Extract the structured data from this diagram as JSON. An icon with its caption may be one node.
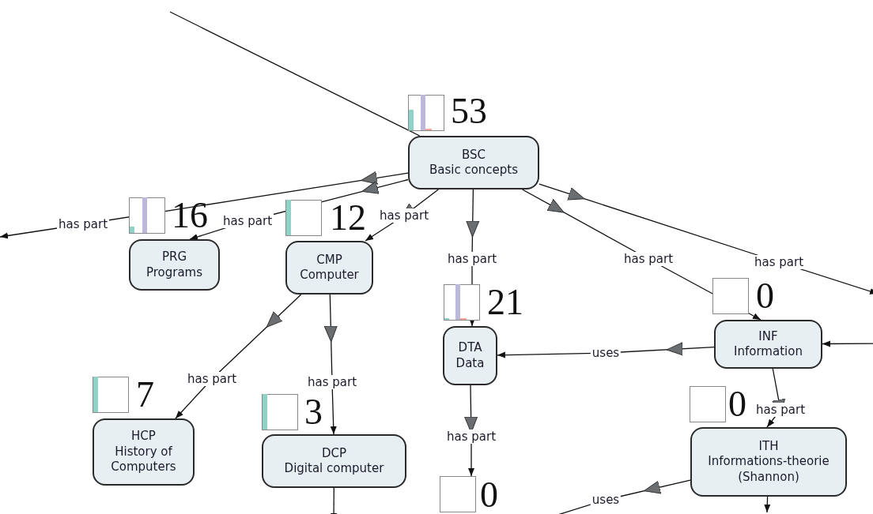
{
  "diagram": {
    "nodes": [
      {
        "text": [
          "BSC",
          "Basic concepts"
        ],
        "beside": [
          "53"
        ]
      },
      {
        "text": [
          "PRG",
          "Programs"
        ],
        "beside": [
          "16"
        ]
      },
      {
        "text": [
          "CMP",
          "Computer"
        ],
        "beside": [
          "12"
        ]
      },
      {
        "text": [
          "DTA",
          "Data"
        ],
        "beside": [
          "21"
        ]
      },
      {
        "text": [
          "INF",
          "Information"
        ],
        "beside": [
          "0"
        ]
      },
      {
        "text": [
          "HCP",
          "History of Computers"
        ],
        "beside": [
          "7"
        ]
      },
      {
        "text": [
          "DCP",
          "Digital computer"
        ],
        "beside": [
          "3"
        ]
      },
      {
        "text": [
          "ITH",
          "Informations-theorie (Shannon)"
        ],
        "beside": [
          "0"
        ]
      },
      {
        "text": [],
        "shape": "box",
        "beside": [
          "0"
        ]
      }
    ],
    "edges": [
      {
        "from": null,
        "to": 0,
        "arrow": "none"
      },
      {
        "from": 0,
        "to": null,
        "arrow": "to",
        "label": "has part"
      },
      {
        "from": 0,
        "to": 1,
        "arrow": "to",
        "label": "has part"
      },
      {
        "from": 0,
        "to": 2,
        "arrow": "to",
        "label": "has part"
      },
      {
        "from": 0,
        "to": 3,
        "arrow": "to",
        "label": "has part"
      },
      {
        "from": 0,
        "to": 4,
        "arrow": "to",
        "label": "has part"
      },
      {
        "from": 0,
        "to": null,
        "arrow": "to",
        "label": "has part"
      },
      {
        "from": 2,
        "to": 5,
        "arrow": "to",
        "label": "has part"
      },
      {
        "from": 2,
        "to": 6,
        "arrow": "to",
        "label": "has part"
      },
      {
        "from": 4,
        "to": 3,
        "arrow": "to",
        "label": "uses"
      },
      {
        "from": null,
        "to": 4,
        "arrow": "to"
      },
      {
        "from": 4,
        "to": 7,
        "arrow": "to",
        "label": "has part"
      },
      {
        "from": 3,
        "to": 8,
        "arrow": "to",
        "label": "has part"
      },
      {
        "from": 6,
        "to": null,
        "arrow": "to"
      },
      {
        "from": 7,
        "to": null,
        "arrow": "to",
        "label": "uses"
      },
      {
        "from": 7,
        "to": null,
        "arrow": "to"
      }
    ]
  }
}
